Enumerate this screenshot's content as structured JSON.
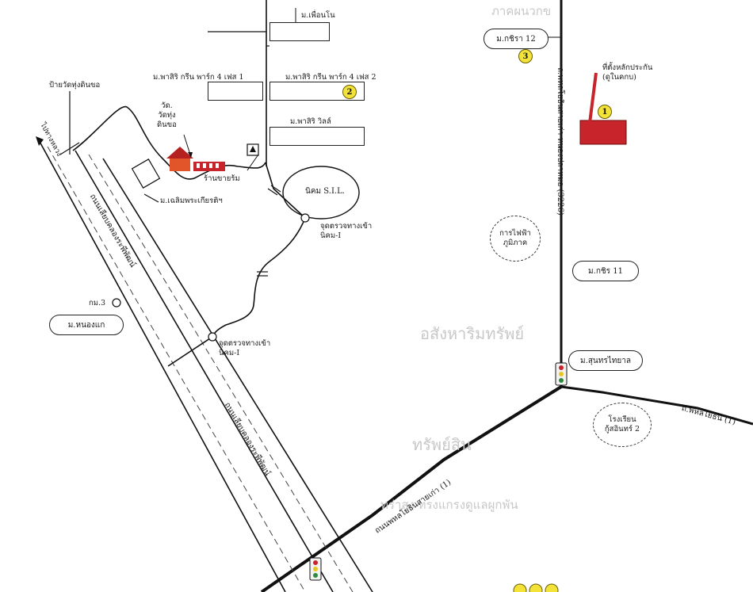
{
  "labels": {
    "moo_huean_non": "ม.เพื่อนโน",
    "moo_kachira12": "ม.กชิรา 12",
    "pracha_first": "ม.พาสิริ กรีน พาร์ก 4 เฟส 1",
    "pracha_second": "ม.พาสิริ กรีน พาร์ก 4 เฟส 2",
    "pracha_ville": "ม.พาสิริ วิลล์",
    "sign_left": "ป้ายวัดทุ่งดินขอ",
    "temple": "วัด.\nวัดทุ่ง\nดินขอ",
    "shop": "ร้านขายร้ม",
    "nikom": "นิคม S.I.L.",
    "checkpoint1": "จุดตรวจทางเข้า\nนิคม-I",
    "checkpoint2": "จุดตรวจทางเข้า\nนิคม-I",
    "village_left": "ม.เฉลิมพระเกียรติฯ",
    "km3": "กม.3",
    "nonghae": "ม.หนองแก",
    "highway_top_left": "ไปทางหลวง",
    "highway_label": "ถนนเลียบคลองระพีพัฒน์",
    "highway_label2": "ถนนเลียบคลองระพีพัฒน์",
    "phahon_road": "ถนนพหลโยธินสายเก่า (1)",
    "road_3226": "ถ.พหลโยธินสายเก่า-หนองปลาหมอ (3226)",
    "road_right": "ถ.พหลโยธิน (1)",
    "moo_kachira11": "ม.กชิร 11",
    "moo_sunthon": "ม.สุนทรไทยาล",
    "office": "ที่ตั้งหลักประกัน\n(ดูในคกบ)",
    "school": "โรงเรียน\nกู้สอินทร์ 2",
    "kanfai": "การไฟฟ้า\nภูมิภาค",
    "faded_lines": [
      "ภาคผนวกข",
      "อสังหาริมทรัพย์",
      "ทรัพย์สิน",
      "ทร่าสูง ทรงแกรงดูแลผูกพัน"
    ]
  },
  "markers": [
    "1",
    "2",
    "3"
  ],
  "colors": {
    "site_red": "#c8242b",
    "marker_yellow": "#f3e238",
    "temple_orange": "#e2552a"
  }
}
